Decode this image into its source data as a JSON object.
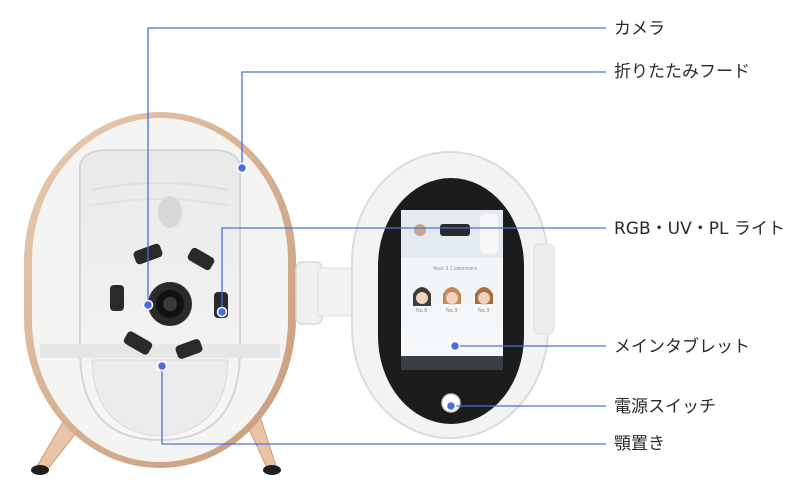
{
  "callouts": [
    {
      "id": "camera",
      "label": "カメラ"
    },
    {
      "id": "hood",
      "label": "折りたたみフード"
    },
    {
      "id": "lights",
      "label": "RGB・UV・PL ライト"
    },
    {
      "id": "tablet",
      "label": "メインタブレット"
    },
    {
      "id": "power",
      "label": "電源スイッチ"
    },
    {
      "id": "chinrest",
      "label": "顎置き"
    }
  ],
  "tablet_screen": {
    "section_title": "Your 3 Customers",
    "customers": [
      {
        "name": "No.6"
      },
      {
        "name": "No.3"
      },
      {
        "name": "No.3"
      }
    ]
  },
  "colors": {
    "callout_line": "#4a6fdc",
    "callout_dot": "#4a6fdc",
    "device_white": "#f4f4f2",
    "device_rim": "#dcb89c",
    "bezel": "#1c1c1c"
  }
}
